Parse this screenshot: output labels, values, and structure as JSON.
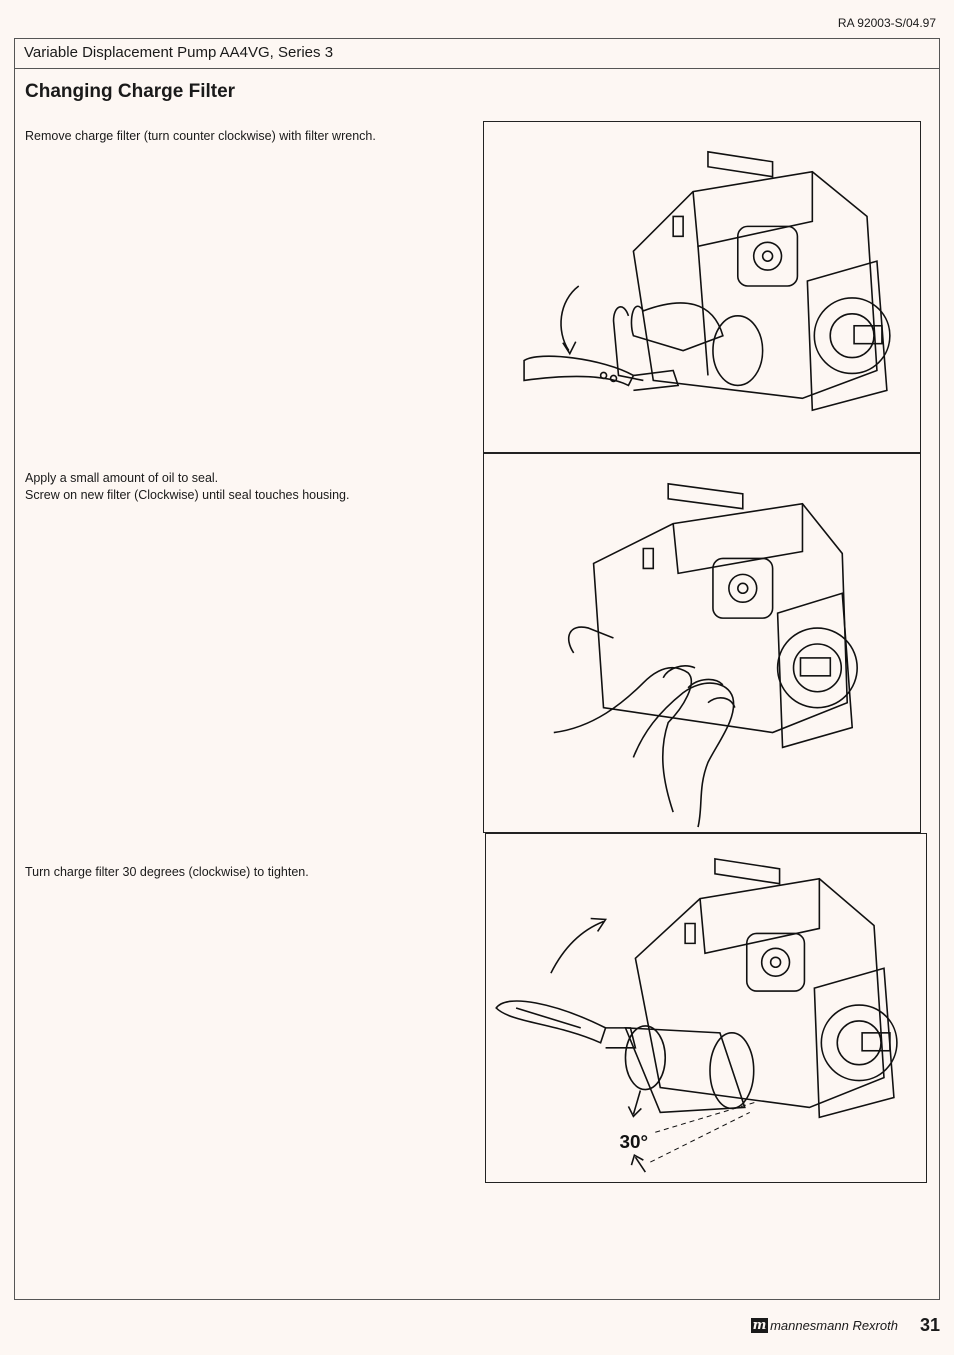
{
  "document_id": "RA 92003-S/04.97",
  "header": {
    "title": "Variable Displacement Pump AA4VG, Series 3"
  },
  "section": {
    "title": "Changing Charge Filter"
  },
  "steps": [
    {
      "lines": [
        "Remove charge filter (turn counter clockwise) with filter wrench."
      ]
    },
    {
      "lines": [
        "Apply a small amount of oil to seal.",
        "Screw on new filter (Clockwise) until seal touches housing."
      ]
    },
    {
      "lines": [
        "Turn charge filter 30 degrees (clockwise) to tighten."
      ]
    }
  ],
  "figure3": {
    "angle_label": "30°"
  },
  "footer": {
    "brand": "mannesmann Rexroth",
    "page_number": "31"
  }
}
